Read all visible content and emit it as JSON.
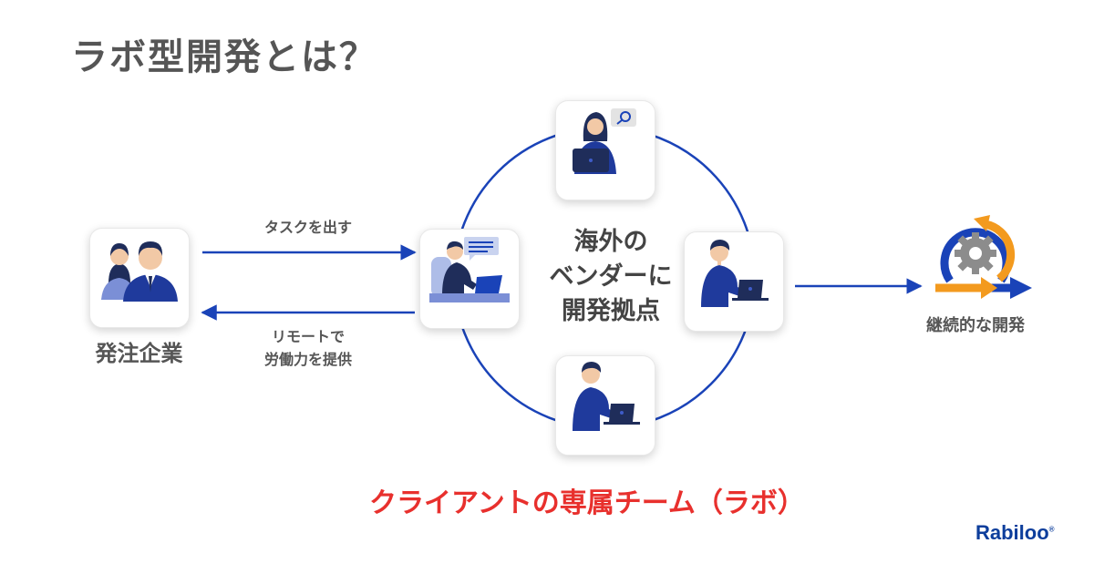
{
  "title": "ラボ型開発とは？",
  "client": {
    "label": "発注企業"
  },
  "arrow_top": {
    "label": "タスクを出す"
  },
  "arrow_bottom": {
    "label_line1": "リモートで",
    "label_line2": "労働力を提供"
  },
  "center": {
    "line1": "海外の",
    "line2": "ベンダーに",
    "line3": "開発拠点"
  },
  "result": {
    "label": "継続的な開発"
  },
  "team_caption": "クライアントの専属チーム（ラボ）",
  "logo": "Rabiloo",
  "colors": {
    "accent_blue": "#1a43b8",
    "navy": "#1f2d5a",
    "red": "#e8302d",
    "orange": "#f39a1e",
    "gray_text": "#555555"
  }
}
